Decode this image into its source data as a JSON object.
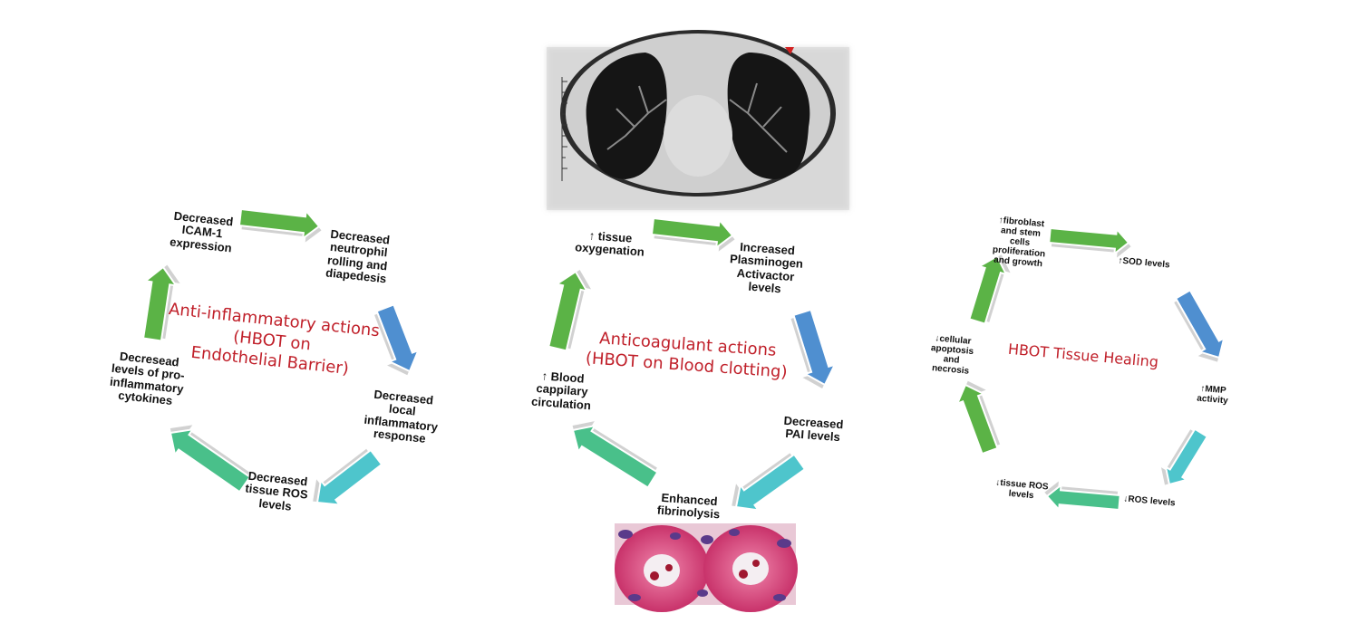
{
  "cycles": [
    {
      "title": "Anti-inflammatory actions\n(HBOT on\nEndothelial Barrier)",
      "labels": [
        "Decreased\nICAM-1\nexpression",
        "Decreased\nneutrophil\nrolling and\ndiapedesis",
        "Decreased\nlocal\ninflammatory\nresponse",
        "Decreased\ntissue ROS\nlevels",
        "Decresead\nlevels of pro-\ninflammatory\ncytokines"
      ]
    },
    {
      "title": "Anticoagulant actions\n(HBOT on Blood clotting)",
      "labels": [
        "↑ tissue\noxygenation",
        "Increased\nPlasminogen\nActivactor\nlevels",
        "Decreased\nPAI levels",
        "Enhanced\nfibrinolysis",
        "↑ Blood\ncappilary\ncirculation"
      ]
    },
    {
      "title": "HBOT Tissue Healing",
      "labels": [
        "↑fibroblast\nand stem\ncells\nproliferation\nand growth",
        "↑SOD levels",
        "↑MMP\nactivity",
        "↓ROS levels",
        "↓tissue ROS\nlevels",
        "↓cellular\napoptosis\nand\nnecrosis"
      ]
    }
  ],
  "colors": {
    "title_red": "#c0202a",
    "arrow_green": "#5bb346",
    "arrow_blue": "#4f8fd0",
    "arrow_cyan": "#4ec5cc",
    "arrow_teal": "#49c08a"
  },
  "images": {
    "top": "lung-ct-scan",
    "bottom": "histology-blood-vessels"
  }
}
